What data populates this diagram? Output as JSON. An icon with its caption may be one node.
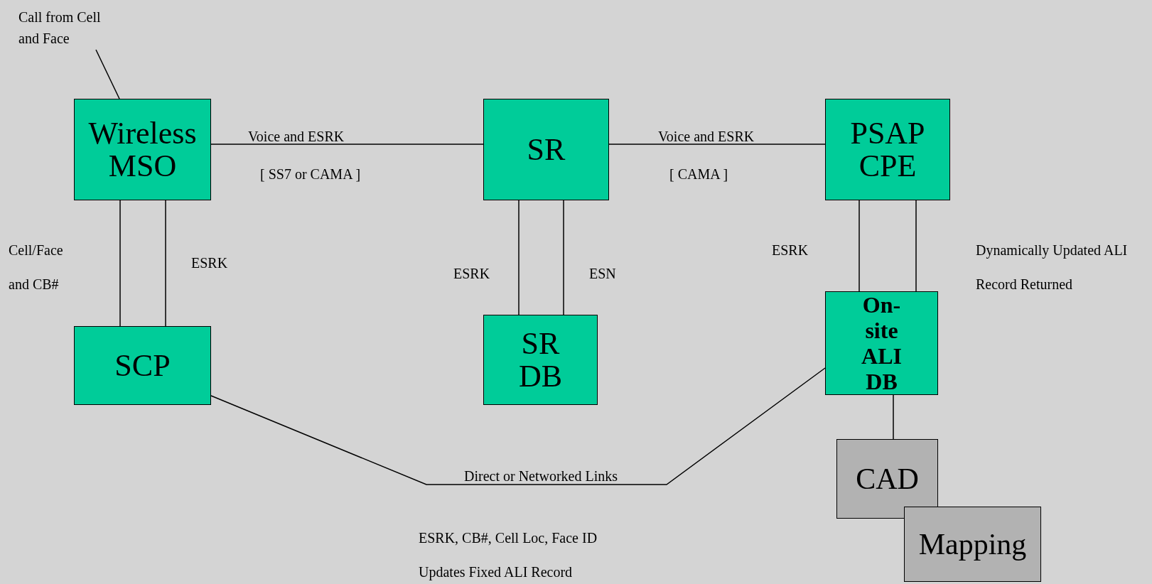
{
  "diagram": {
    "nodes": [
      {
        "text": [
          "Wireless MSO"
        ]
      },
      {
        "text": [
          "SR"
        ]
      },
      {
        "text": [
          "PSAP CPE"
        ]
      },
      {
        "text": [
          "SCP"
        ]
      },
      {
        "text": [
          "SR DB"
        ]
      },
      {
        "text": [
          "On-site ALI DB"
        ]
      },
      {
        "text": [
          "CAD"
        ]
      },
      {
        "text": [
          "Mapping"
        ]
      },
      {
        "text": [
          "Call from Cell and Face"
        ]
      }
    ],
    "edges": [
      {
        "from": 8,
        "to": 0,
        "arrow": "none"
      },
      {
        "from": 0,
        "to": 1,
        "arrow": "none",
        "label": "Voice and ESRK"
      },
      {
        "from": 1,
        "to": 2,
        "arrow": "none",
        "label": "Voice and ESRK"
      },
      {
        "from": 0,
        "to": 3,
        "arrow": "none",
        "label": "Cell/Face and CB#"
      },
      {
        "from": 0,
        "to": 3,
        "arrow": "none",
        "label": "ESRK"
      },
      {
        "from": 1,
        "to": 4,
        "arrow": "none",
        "label": "ESRK"
      },
      {
        "from": 1,
        "to": 4,
        "arrow": "none",
        "label": "ESN"
      },
      {
        "from": 2,
        "to": 5,
        "arrow": "none",
        "label": "ESRK"
      },
      {
        "from": 2,
        "to": 5,
        "arrow": "none",
        "label": "Dynamically Updated ALI Record Returned"
      },
      {
        "from": 3,
        "to": 5,
        "arrow": "none",
        "label": "Direct or Networked Links"
      },
      {
        "from": 5,
        "to": 6,
        "arrow": "none"
      }
    ],
    "labels": [
      "[ SS7 or CAMA ]",
      "[ CAMA ]",
      "ESRK, CB#, Cell Loc, Face ID",
      "Updates Fixed ALI Record"
    ]
  }
}
